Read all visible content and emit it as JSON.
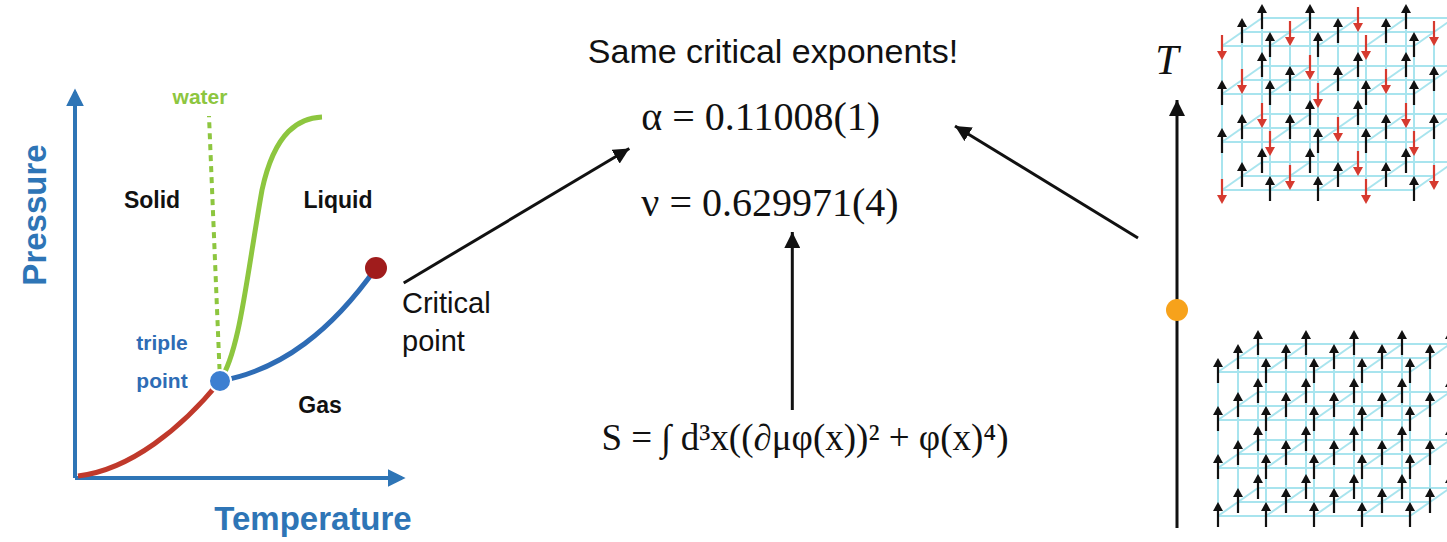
{
  "diagram": {
    "title": "Same critical exponents!",
    "nodes": [
      {
        "text": [
          "α = 0.11008(1)",
          "ν = 0.629971(4)"
        ]
      },
      {
        "text": [
          "Critical point"
        ]
      },
      {
        "text": [
          "S = ∫ d³x((∂μφ(x))² + φ(x)⁴)"
        ]
      }
    ],
    "edges": [
      {
        "from": 1,
        "to": 0,
        "arrow": "to"
      },
      {
        "from": 2,
        "to": 0,
        "arrow": "to"
      }
    ],
    "labels": [
      "Pressure",
      "Temperature",
      "water",
      "Solid",
      "Liquid",
      "Gas",
      "triple point",
      "T"
    ]
  }
}
